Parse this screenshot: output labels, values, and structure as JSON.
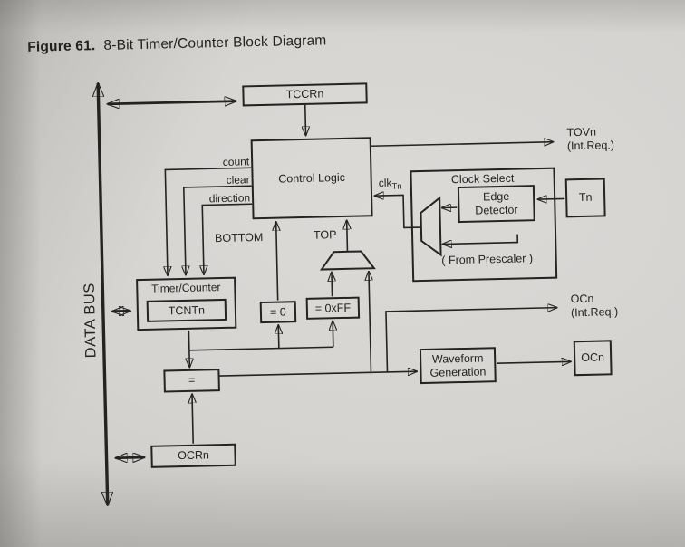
{
  "figure": {
    "label": "Figure 61.",
    "title": "8-Bit Timer/Counter Block Diagram"
  },
  "bus": {
    "label": "DATA BUS"
  },
  "blocks": {
    "tccrn": {
      "label": "TCCRn"
    },
    "control_logic": {
      "label": "Control Logic"
    },
    "timer_counter": {
      "label": "Timer/Counter",
      "register": "TCNTn"
    },
    "eq_zero": {
      "label": "= 0"
    },
    "eq_max": {
      "label": "= 0xFF"
    },
    "compare": {
      "label": "="
    },
    "ocrn": {
      "label": "OCRn"
    },
    "waveform_generation": {
      "line1": "Waveform",
      "line2": "Generation"
    },
    "ocn_pad": {
      "label": "OCn"
    },
    "clock_select": {
      "label": "Clock Select",
      "edge_detector_line1": "Edge",
      "edge_detector_line2": "Detector",
      "from_prescaler": "( From Prescaler )"
    },
    "tn_pad": {
      "label": "Tn"
    }
  },
  "signals": {
    "count": "count",
    "clear": "clear",
    "direction": "direction",
    "bottom": "BOTTOM",
    "top": "TOP",
    "clk": "clk",
    "clk_sub": "Tn",
    "tovn": "TOVn",
    "tovn_sub": "(Int.Req.)",
    "ocn_int": "OCn",
    "ocn_int_sub": "(Int.Req.)"
  },
  "colors": {
    "ink": "#242322",
    "paper": "#d5d3d0"
  }
}
